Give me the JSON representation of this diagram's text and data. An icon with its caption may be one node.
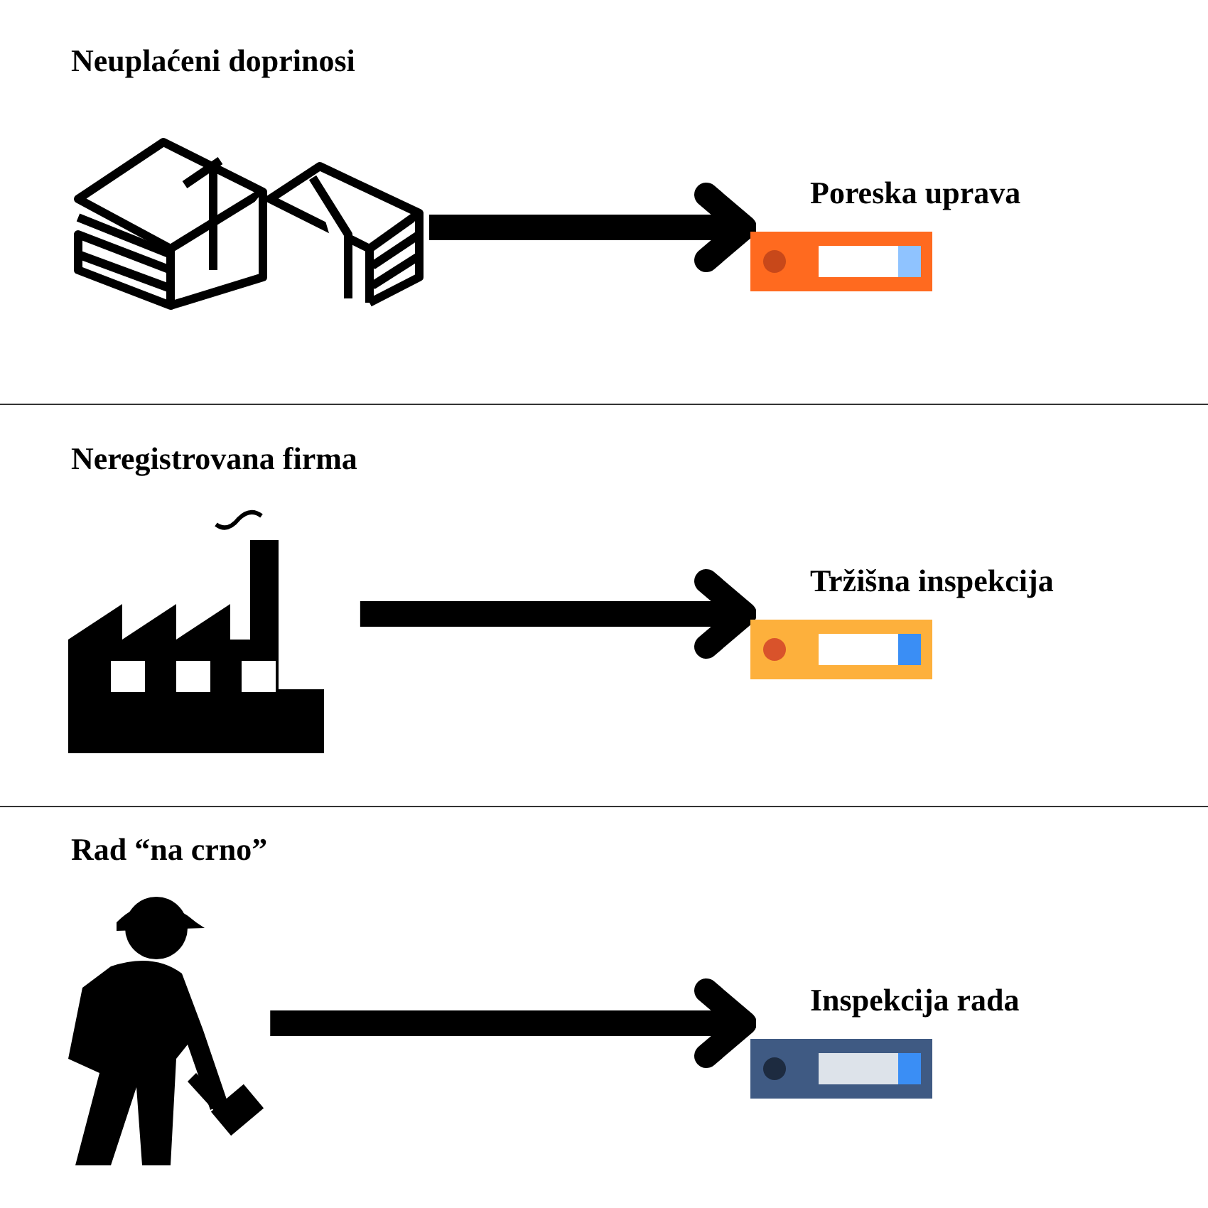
{
  "diagram": {
    "nodes": [
      {
        "text": [
          "Neuplaćeni doprinosi"
        ]
      },
      {
        "text": [
          "Poreska uprava"
        ]
      },
      {
        "text": [
          "Neregistrovana firma"
        ]
      },
      {
        "text": [
          "Tržišna inspekcija"
        ]
      },
      {
        "text": [
          "Rad “na crno”"
        ]
      },
      {
        "text": [
          "Inspekcija rada"
        ]
      }
    ],
    "edges": [
      {
        "from": 0,
        "to": 1,
        "arrow": "to"
      },
      {
        "from": 2,
        "to": 3,
        "arrow": "to"
      },
      {
        "from": 4,
        "to": 5,
        "arrow": "to"
      }
    ]
  }
}
